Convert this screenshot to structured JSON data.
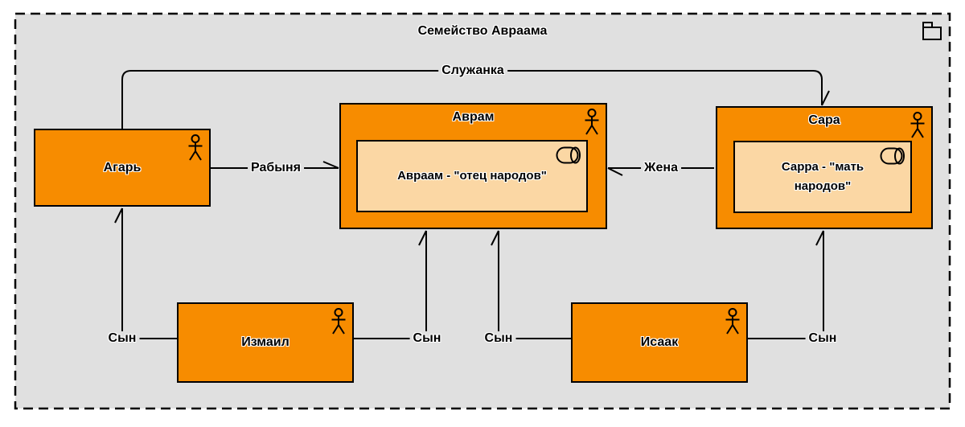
{
  "diagram": {
    "title": "Семейство Авраама",
    "nodes": {
      "agar": {
        "label": "Агарь"
      },
      "avram": {
        "label": "Аврам",
        "note": "Авраам - \"отец народов\""
      },
      "sara": {
        "label": "Сара",
        "note": "Сарра - \"мать народов\""
      },
      "izmail": {
        "label": "Измаил"
      },
      "isaak": {
        "label": "Исаак"
      }
    },
    "edges": {
      "sluzhanka": "Служанка",
      "rabynya": "Рабыня",
      "zhena": "Жена",
      "syn1": "Сын",
      "syn2": "Сын",
      "syn3": "Сын",
      "syn4": "Сын"
    },
    "icons": {
      "folder": "folder-icon",
      "actor": "uml-actor-icon",
      "cylinder": "cylinder-icon"
    },
    "colors": {
      "node_fill": "#F78C00",
      "note_fill": "#FBD7A4",
      "canvas_bg": "#E0E0E0",
      "stroke": "#000000"
    }
  }
}
